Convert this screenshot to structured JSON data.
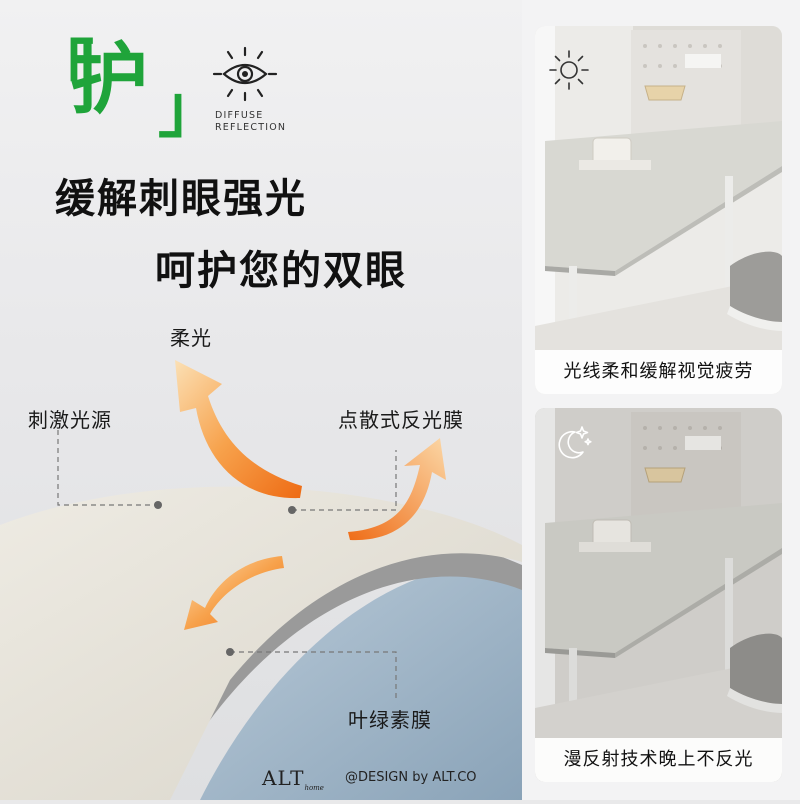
{
  "headline": {
    "bracket_left": "「",
    "hero_char": "护",
    "bracket_right": "」",
    "icon": "eye-icon",
    "icon_caption_line1": "DIFFUSE",
    "icon_caption_line2": "REFLECTION",
    "line1": "缓解刺眼强光",
    "line2": "呵护您的双眼"
  },
  "diagram": {
    "label_soft_light": "柔光",
    "label_glare_source": "刺激光源",
    "label_dot_film": "点散式反光膜",
    "label_chlorophyll": "叶绿素膜",
    "colors": {
      "arrow_orange": "#f27a1f",
      "arrow_light": "#fbd7a6",
      "top_layer": "#e6e2d8",
      "blue_layer": "#9fb6c8"
    }
  },
  "footer": {
    "logo": "ALT",
    "logo_sub": "home",
    "credit": "@DESIGN by ALT.CO"
  },
  "panels": [
    {
      "icon": "sun-icon",
      "caption": "光线柔和缓解视觉疲劳"
    },
    {
      "icon": "moon-stars-icon",
      "caption": "漫反射技术晚上不反光"
    }
  ],
  "colors": {
    "brand_green": "#1fa43a"
  }
}
